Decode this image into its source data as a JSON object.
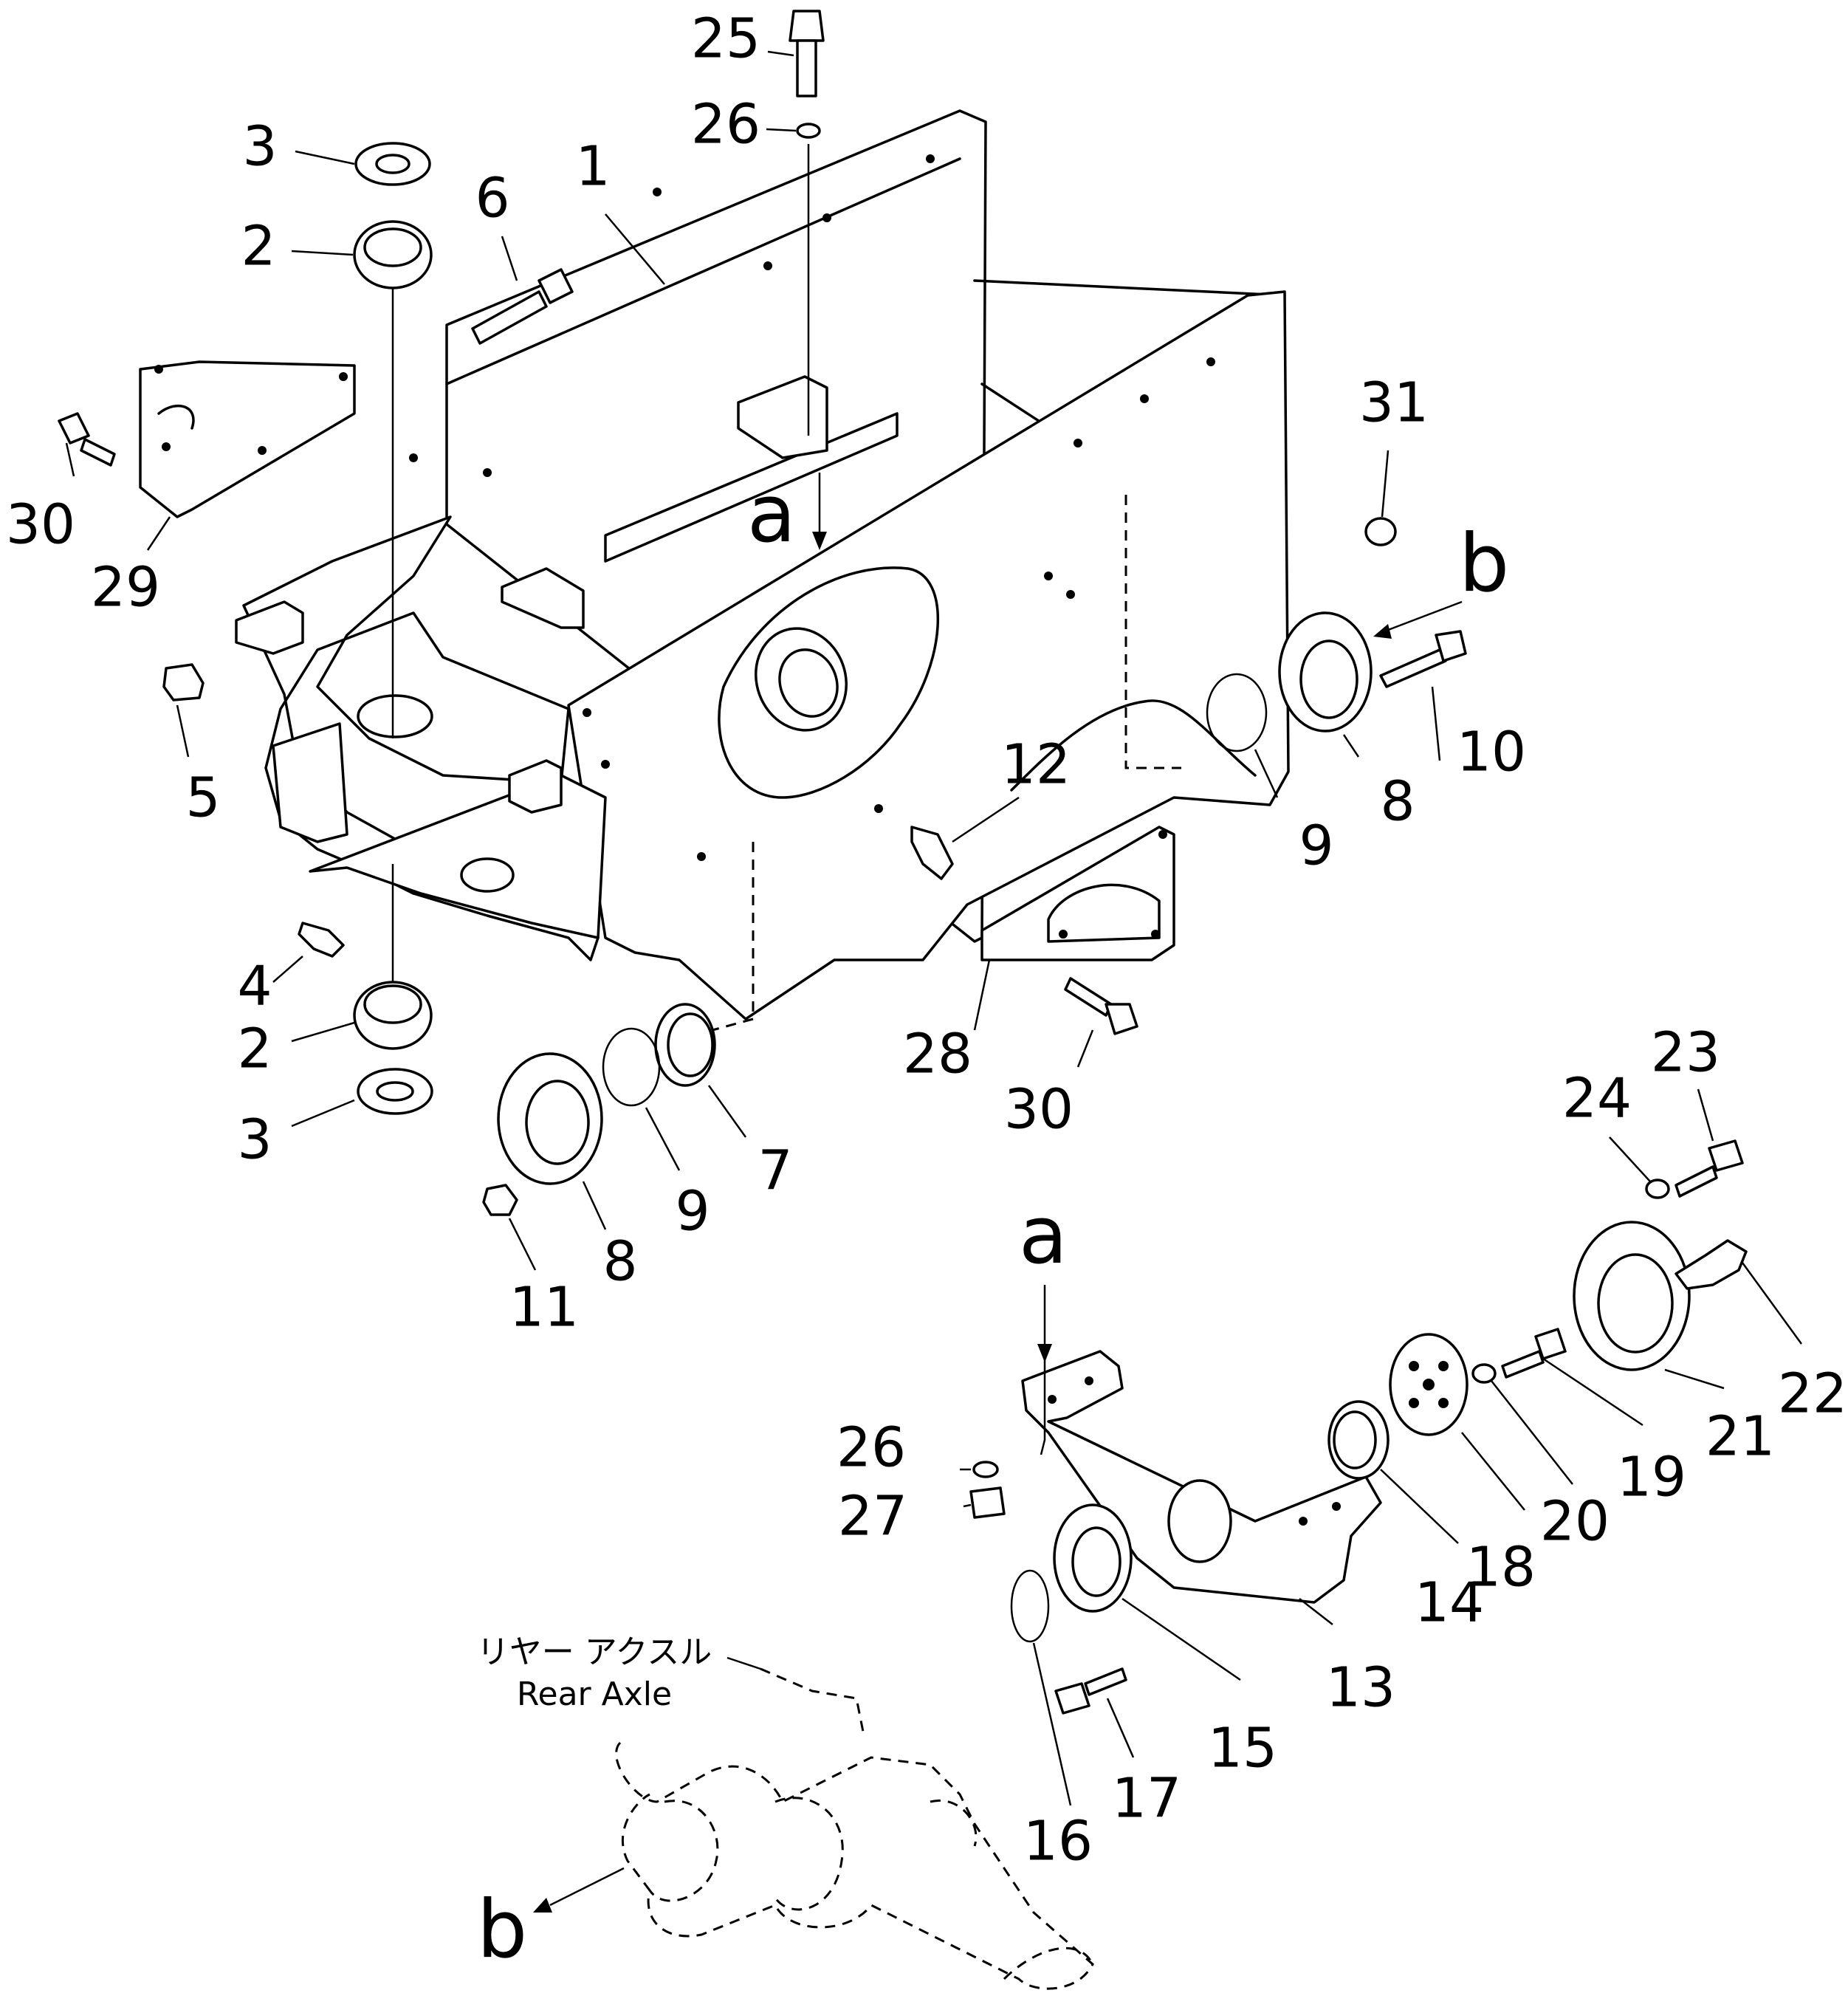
{
  "callouts": [
    {
      "id": "c25",
      "text": "25"
    },
    {
      "id": "c26a",
      "text": "26"
    },
    {
      "id": "c3a",
      "text": "3"
    },
    {
      "id": "c2a",
      "text": "2"
    },
    {
      "id": "c6",
      "text": "6"
    },
    {
      "id": "c1",
      "text": "1"
    },
    {
      "id": "c31",
      "text": "31"
    },
    {
      "id": "c30a",
      "text": "30"
    },
    {
      "id": "c29",
      "text": "29"
    },
    {
      "id": "c5",
      "text": "5"
    },
    {
      "id": "c10",
      "text": "10"
    },
    {
      "id": "c8a",
      "text": "8"
    },
    {
      "id": "c9a",
      "text": "9"
    },
    {
      "id": "c12",
      "text": "12"
    },
    {
      "id": "c4",
      "text": "4"
    },
    {
      "id": "c2b",
      "text": "2"
    },
    {
      "id": "c3b",
      "text": "3"
    },
    {
      "id": "c28",
      "text": "28"
    },
    {
      "id": "c30b",
      "text": "30"
    },
    {
      "id": "c7",
      "text": "7"
    },
    {
      "id": "c9b",
      "text": "9"
    },
    {
      "id": "c8b",
      "text": "8"
    },
    {
      "id": "c11",
      "text": "11"
    },
    {
      "id": "c23",
      "text": "23"
    },
    {
      "id": "c24",
      "text": "24"
    },
    {
      "id": "c22",
      "text": "22"
    },
    {
      "id": "c21",
      "text": "21"
    },
    {
      "id": "c19",
      "text": "19"
    },
    {
      "id": "c20",
      "text": "20"
    },
    {
      "id": "c18",
      "text": "18"
    },
    {
      "id": "c14",
      "text": "14"
    },
    {
      "id": "c26b",
      "text": "26"
    },
    {
      "id": "c27",
      "text": "27"
    },
    {
      "id": "c13",
      "text": "13"
    },
    {
      "id": "c15",
      "text": "15"
    },
    {
      "id": "c16",
      "text": "16"
    },
    {
      "id": "c17",
      "text": "17"
    }
  ],
  "view_markers": [
    {
      "id": "va1",
      "text": "a"
    },
    {
      "id": "vb1",
      "text": "b"
    },
    {
      "id": "va2",
      "text": "a"
    },
    {
      "id": "vb2",
      "text": "b"
    }
  ],
  "rear_axle": {
    "label_jp": "リヤー アクスル",
    "label_en": "Rear Axle"
  }
}
